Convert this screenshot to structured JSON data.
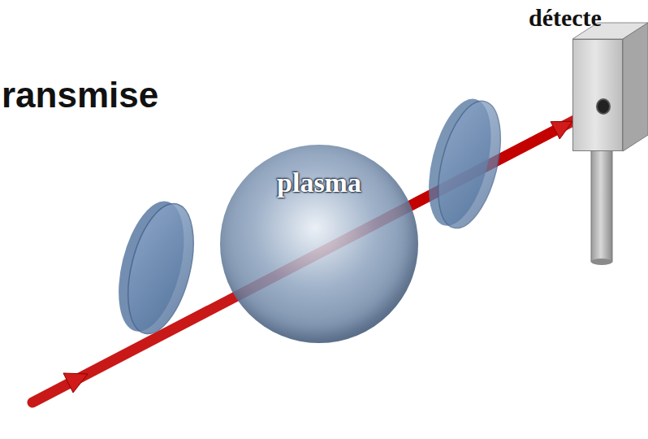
{
  "diagram": {
    "title": "ransmise",
    "nodes": [
      {
        "text": [
          "plasma"
        ]
      },
      {
        "text": [
          "détecte"
        ]
      }
    ],
    "edges": [
      {
        "from": 0,
        "to": 1,
        "arrow": "to"
      }
    ]
  }
}
